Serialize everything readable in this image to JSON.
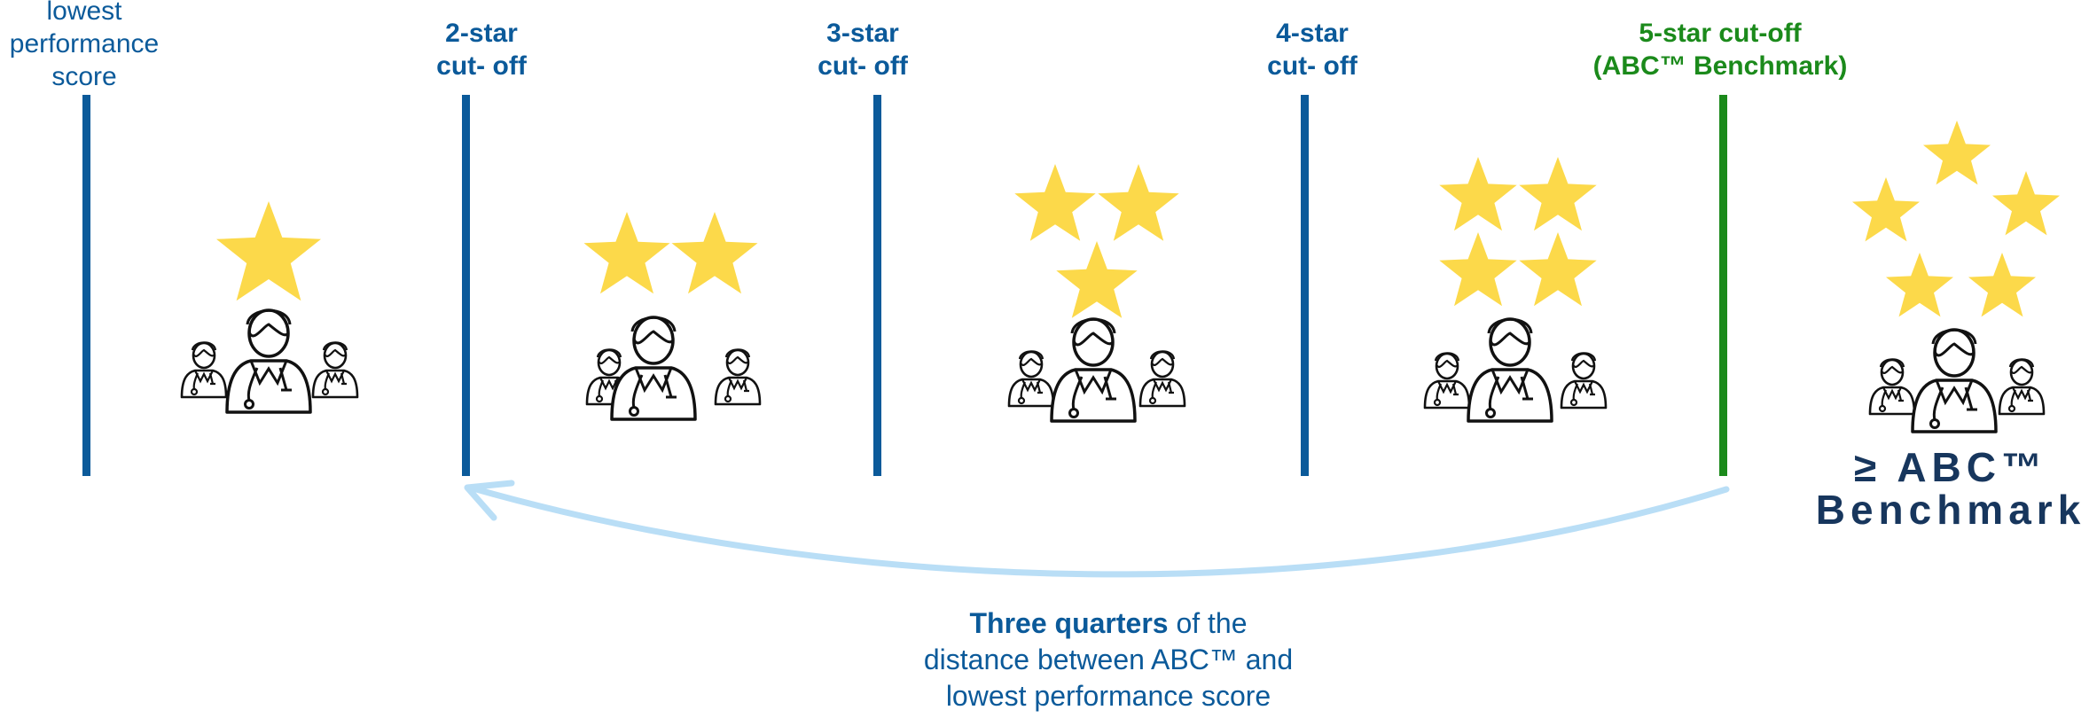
{
  "markers": [
    {
      "lines": [
        "lowest",
        "performance",
        "score"
      ],
      "style": "blue"
    },
    {
      "lines": [
        "2-star",
        "cut- off"
      ],
      "style": "bold-blue"
    },
    {
      "lines": [
        "3-star",
        "cut- off"
      ],
      "style": "bold-blue"
    },
    {
      "lines": [
        "4-star",
        "cut- off"
      ],
      "style": "bold-blue"
    },
    {
      "lines": [
        "5-star cut-off",
        "(ABC™ Benchmark)"
      ],
      "style": "green"
    }
  ],
  "groups": [
    {
      "stars": 1
    },
    {
      "stars": 2
    },
    {
      "stars": 3
    },
    {
      "stars": 4
    },
    {
      "stars": 5
    }
  ],
  "benchmark": {
    "line1": "≥ ABC™",
    "line2": "Benchmark"
  },
  "caption": {
    "bold": "Three quarters",
    "rest1": " of the",
    "line2": "distance between ABC™ and",
    "line3": "lowest performance score"
  },
  "colors": {
    "blue": "#0b5a9a",
    "green": "#1b8a1b",
    "star": "#fcd94a",
    "arrow": "#b9def6",
    "navy": "#17365d"
  },
  "icons": {
    "star": "star-icon",
    "doctor": "doctor-icon",
    "arrow": "curved-arrow-icon"
  }
}
